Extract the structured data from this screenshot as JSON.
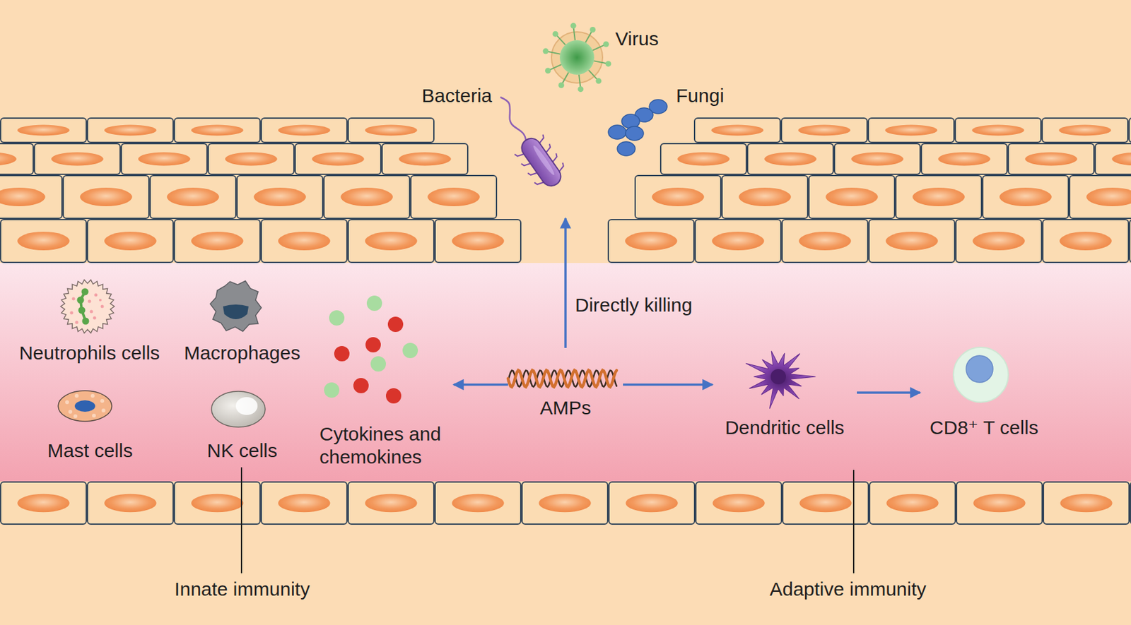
{
  "diagram": {
    "nodes": [
      {
        "text": [
          "Bacteria"
        ]
      },
      {
        "text": [
          "Cytokines and chemokines"
        ]
      },
      {
        "text": [
          "AMPs"
        ]
      },
      {
        "text": [
          "Dendritic cells"
        ]
      },
      {
        "text": [
          "CD8⁺ T cells"
        ]
      }
    ],
    "edges": [
      {
        "from": 2,
        "to": 0,
        "arrow": "to",
        "label": "Directly killing"
      },
      {
        "from": 2,
        "to": 1,
        "arrow": "to"
      },
      {
        "from": 2,
        "to": 3,
        "arrow": "to"
      },
      {
        "from": 3,
        "to": 4,
        "arrow": "to"
      }
    ],
    "labels": [
      "Virus",
      "Fungi",
      "Neutrophils cells",
      "Macrophages",
      "Mast cells",
      "NK cells",
      "Innate immunity",
      "Adaptive immunity"
    ]
  }
}
